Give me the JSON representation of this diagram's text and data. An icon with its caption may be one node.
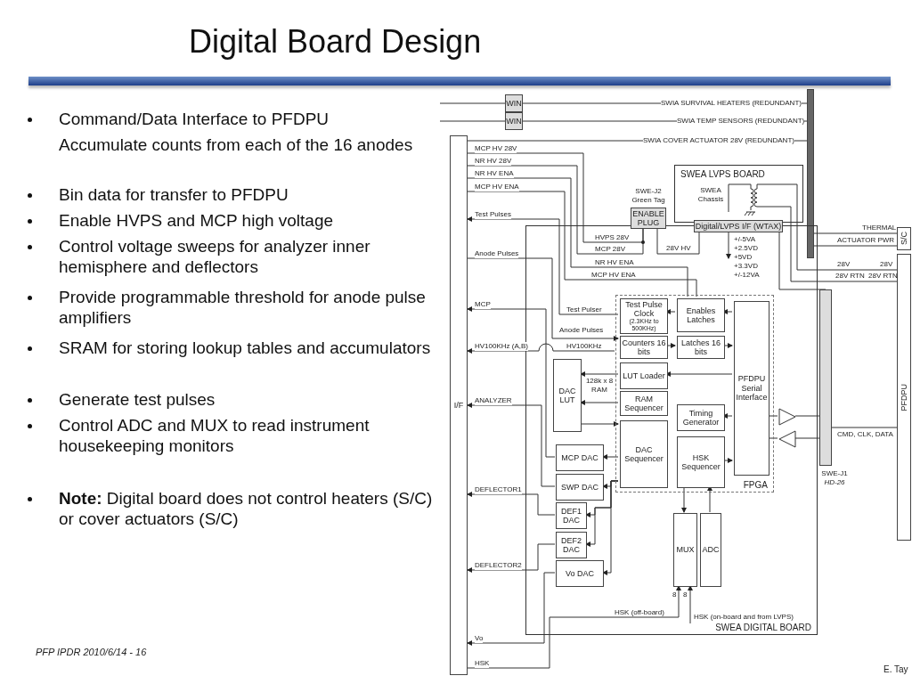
{
  "diagram": {
    "title": "Digital Board Design",
    "nodes": [
      {
        "text": [
          "I/F"
        ]
      },
      {
        "text": [
          "WIN"
        ]
      },
      {
        "text": [
          "WIN"
        ]
      },
      {
        "text": [],
        "shape": "bar"
      },
      {
        "text": [
          "SWEA LVPS BOARD"
        ]
      },
      {
        "text": [
          "Digital/LVPS I/F (WTAX)"
        ]
      },
      {
        "text": [
          "ENABLE PLUG"
        ],
        "beside": [
          "SWE-J2 Green Tag"
        ]
      },
      {
        "text": [
          "SWEA DIGITAL BOARD"
        ]
      },
      {
        "text": [
          "FPGA"
        ],
        "in": 7
      },
      {
        "text": [
          "Test Pulse Clock",
          "(2.3KHz to 500KHz)"
        ],
        "in": 8
      },
      {
        "text": [
          "Enables Latches"
        ],
        "in": 8
      },
      {
        "text": [
          "Counters 16 bits"
        ],
        "in": 8
      },
      {
        "text": [
          "Latches 16 bits"
        ],
        "in": 8
      },
      {
        "text": [
          "LUT Loader"
        ],
        "in": 8
      },
      {
        "text": [
          "RAM Sequencer"
        ],
        "in": 8
      },
      {
        "text": [
          "DAC Sequencer"
        ],
        "in": 8
      },
      {
        "text": [
          "Timing Generator"
        ],
        "in": 8
      },
      {
        "text": [
          "HSK Sequencer"
        ],
        "in": 8
      },
      {
        "text": [
          "PFDPU Serial Interface"
        ],
        "in": 8
      },
      {
        "text": [
          "DAC LUT"
        ],
        "beside": [
          "128k x 8 RAM"
        ],
        "in": 7
      },
      {
        "text": [
          "MCP DAC"
        ],
        "in": 7
      },
      {
        "text": [
          "SWP DAC"
        ],
        "in": 7
      },
      {
        "text": [
          "DEF1 DAC"
        ],
        "in": 7
      },
      {
        "text": [
          "DEF2 DAC"
        ],
        "in": 7
      },
      {
        "text": [
          "Vo DAC"
        ],
        "in": 7
      },
      {
        "text": [
          "MUX"
        ],
        "in": 7
      },
      {
        "text": [
          "ADC"
        ],
        "in": 7
      },
      {
        "text": [],
        "shape": "triangle",
        "in": 7
      },
      {
        "text": [],
        "shape": "triangle",
        "in": 7
      },
      {
        "text": [],
        "shape": "bar",
        "beside": [
          "SWE-J1",
          "HD-26"
        ]
      },
      {
        "text": [
          "S/C"
        ]
      },
      {
        "text": [
          "PFDPU"
        ]
      }
    ],
    "edges": [
      {
        "from": 1,
        "to": 3,
        "arrow": "none",
        "label": "SWIA SURVIVAL HEATERS (REDUNDANT)"
      },
      {
        "from": 2,
        "to": 3,
        "arrow": "none",
        "label": "SWIA TEMP SENSORS (REDUNDANT)"
      },
      {
        "from": null,
        "to": 1,
        "arrow": "none"
      },
      {
        "from": null,
        "to": 2,
        "arrow": "none"
      },
      {
        "from": 0,
        "to": 3,
        "arrow": "none",
        "label": "SWIA COVER ACTUATOR 28V (REDUNDANT)"
      },
      {
        "from": 6,
        "to": 0,
        "arrow": "none",
        "label": "MCP HV 28V"
      },
      {
        "from": 6,
        "to": 0,
        "arrow": "none",
        "label": "NR HV 28V"
      },
      {
        "from": 10,
        "to": 0,
        "arrow": "none",
        "label": "NR HV ENA"
      },
      {
        "from": 10,
        "to": 0,
        "arrow": "none",
        "label": "MCP HV ENA"
      },
      {
        "from": 9,
        "to": 0,
        "arrow": "to",
        "label": "Test Pulses"
      },
      {
        "from": 0,
        "to": 11,
        "arrow": "to",
        "label": "Anode Pulses"
      },
      {
        "from": 20,
        "to": 0,
        "arrow": "to",
        "label": "MCP"
      },
      {
        "from": 8,
        "to": 0,
        "arrow": "to",
        "label": "HV100KHz (A,B)"
      },
      {
        "from": 21,
        "to": 0,
        "arrow": "to",
        "label": "ANALYZER"
      },
      {
        "from": 22,
        "to": 0,
        "arrow": "to",
        "label": "DEFLECTOR1"
      },
      {
        "from": 23,
        "to": 0,
        "arrow": "to",
        "label": "DEFLECTOR2"
      },
      {
        "from": 24,
        "to": 0,
        "arrow": "to",
        "label": "Vo"
      },
      {
        "from": 0,
        "to": 25,
        "arrow": "to",
        "label": "HSK"
      },
      {
        "from": null,
        "to": 25,
        "arrow": "to",
        "label": "HSK (on-board and from LVPS)"
      },
      {
        "from": 10,
        "to": 9,
        "arrow": "to"
      },
      {
        "from": 11,
        "to": 12,
        "arrow": "to"
      },
      {
        "from": 12,
        "to": 18,
        "arrow": "to"
      },
      {
        "from": 18,
        "to": 10,
        "arrow": "to"
      },
      {
        "from": 18,
        "to": 13,
        "arrow": "to"
      },
      {
        "from": 13,
        "to": 19,
        "arrow": "to"
      },
      {
        "from": 14,
        "to": 19,
        "arrow": "to"
      },
      {
        "from": 19,
        "to": 15,
        "arrow": "to"
      },
      {
        "from": 15,
        "to": 20,
        "arrow": "to"
      },
      {
        "from": 15,
        "to": 21,
        "arrow": "to"
      },
      {
        "from": 15,
        "to": 22,
        "arrow": "to"
      },
      {
        "from": 15,
        "to": 23,
        "arrow": "to"
      },
      {
        "from": 15,
        "to": 24,
        "arrow": "to"
      },
      {
        "from": 18,
        "to": 16,
        "arrow": "to"
      },
      {
        "from": 17,
        "to": 18,
        "arrow": "to"
      },
      {
        "from": 17,
        "to": 25,
        "arrow": "to"
      },
      {
        "from": 26,
        "to": 17,
        "arrow": "to"
      },
      {
        "from": 18,
        "to": 27,
        "arrow": "none"
      },
      {
        "from": 27,
        "to": 29,
        "arrow": "none"
      },
      {
        "from": 29,
        "to": 28,
        "arrow": "none"
      },
      {
        "from": 28,
        "to": 18,
        "arrow": "none"
      },
      {
        "from": 29,
        "to": 31,
        "arrow": "none",
        "label": "CMD, CLK, DATA"
      },
      {
        "from": 3,
        "to": 30,
        "arrow": "none",
        "label": "THERMAL"
      },
      {
        "from": 3,
        "to": 30,
        "arrow": "none",
        "label": "ACTUATOR PWR"
      },
      {
        "from": 4,
        "to": 31,
        "arrow": "none",
        "label": "28V"
      },
      {
        "from": 4,
        "to": 31,
        "arrow": "none",
        "label": "28V RTN"
      },
      {
        "from": 6,
        "to": 5,
        "arrow": "none",
        "label": "28V HV"
      },
      {
        "from": 5,
        "to": null,
        "arrow": "to",
        "label": "+/-5VA +2.5VD +5VD +3.3VD +/-12VA"
      },
      {
        "from": 5,
        "to": 29,
        "arrow": "none"
      }
    ],
    "labels": [
      "Command/Data Interface to PFDPU",
      "Accumulate counts from each of the 16 anodes",
      "Bin data for transfer to PFDPU",
      "Enable HVPS and MCP high voltage",
      "Control voltage sweeps for analyzer inner hemisphere and deflectors",
      "Provide programmable threshold for anode pulse amplifiers",
      "SRAM for storing lookup tables and accumulators",
      "Generate test pulses",
      "Control ADC and MUX to read instrument housekeeping monitors",
      "**Note:** Digital board does not control heaters (S/C) or cover actuators (S/C)",
      "SWEA Chassis",
      "HVPS 28V",
      "MCP 28V",
      "NR HV ENA",
      "MCP HV ENA",
      "Test Pulser",
      "Anode Pulses",
      "HV100KHz",
      "HSK (off-board)",
      "8",
      "8",
      "28V",
      "28V RTN",
      "PFP IPDR 2010/6/14 - 16",
      "E. Tay"
    ]
  }
}
